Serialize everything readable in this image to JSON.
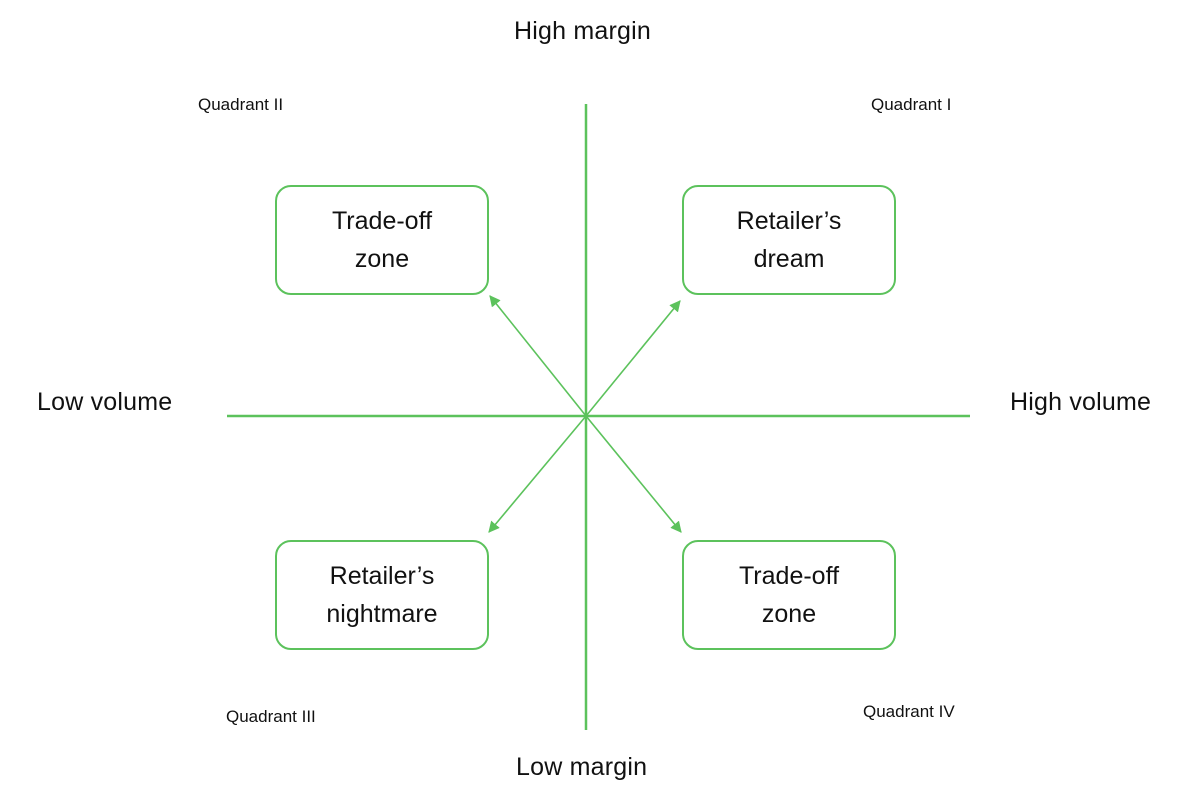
{
  "axes": {
    "top_label": "High margin",
    "bottom_label": "Low margin",
    "left_label": "Low volume",
    "right_label": "High volume"
  },
  "quadrants": {
    "q1": "Quadrant I",
    "q2": "Quadrant II",
    "q3": "Quadrant III",
    "q4": "Quadrant IV"
  },
  "zones": {
    "q1": {
      "line1": "Retailer’s",
      "line2": "dream"
    },
    "q2": {
      "line1": "Trade-off",
      "line2": "zone"
    },
    "q3": {
      "line1": "Retailer’s",
      "line2": "nightmare"
    },
    "q4": {
      "line1": "Trade-off",
      "line2": "zone"
    }
  },
  "colors": {
    "line": "#5cc25c",
    "text": "#111111",
    "background": "#ffffff"
  }
}
